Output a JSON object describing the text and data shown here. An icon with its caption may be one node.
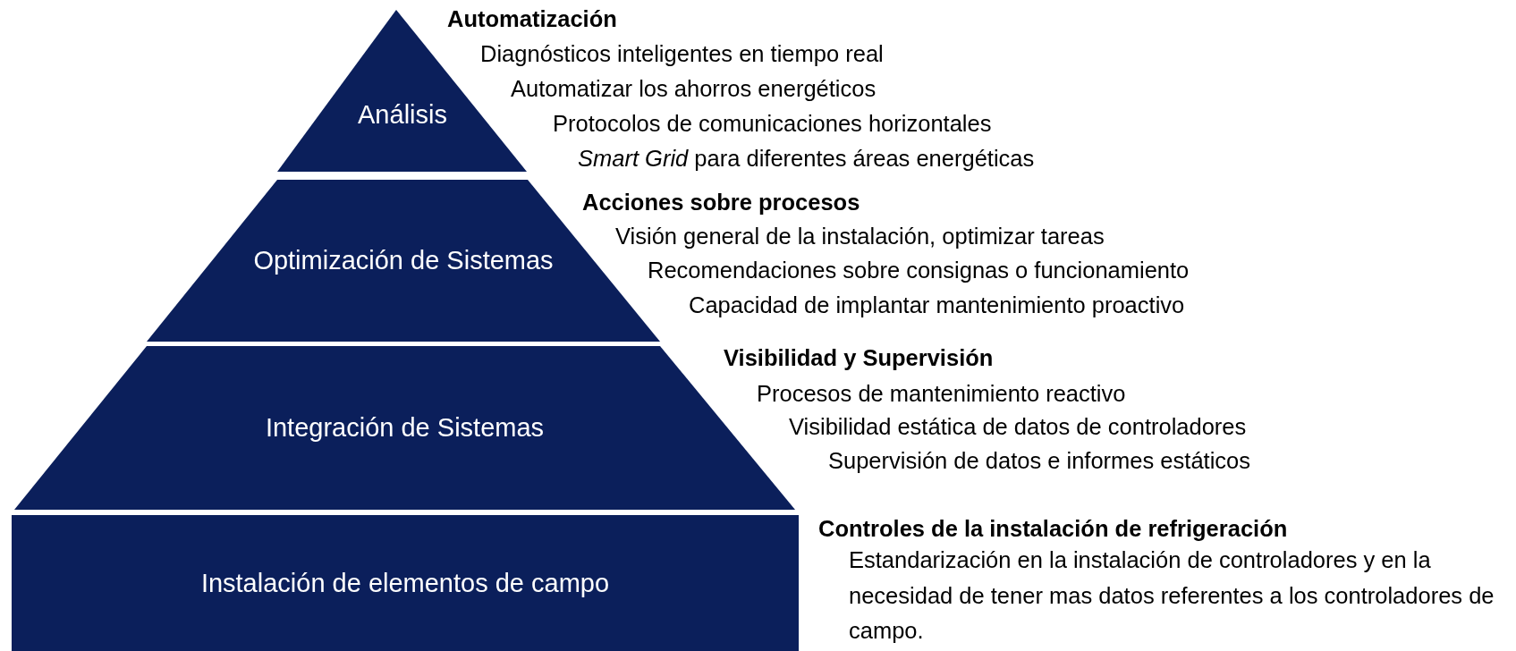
{
  "diagram": {
    "nodes": [
      {
        "text": [
          "Análisis"
        ],
        "beside": [
          "Automatización",
          "Diagnósticos inteligentes en tiempo real",
          "Automatizar los ahorros energéticos",
          "Protocolos de comunicaciones horizontales",
          "*Smart Grid* para diferentes áreas energéticas"
        ]
      },
      {
        "text": [
          "Optimización de Sistemas"
        ],
        "beside": [
          "Acciones sobre procesos",
          "Visión general de la instalación, optimizar tareas",
          "Recomendaciones sobre consignas o funcionamiento",
          "Capacidad de implantar mantenimiento proactivo"
        ]
      },
      {
        "text": [
          "Integración de Sistemas"
        ],
        "beside": [
          "Visibilidad y Supervisión",
          "Procesos de mantenimiento reactivo",
          "Visibilidad estática de datos de controladores",
          "Supervisión de datos e informes estáticos"
        ]
      },
      {
        "text": [
          "Instalación de elementos de campo"
        ],
        "beside": [
          "Controles de la instalación de refrigeración",
          "Estandarización en la instalación de controladores y en la necesidad de tener mas datos referentes a los controladores de campo."
        ]
      }
    ]
  }
}
